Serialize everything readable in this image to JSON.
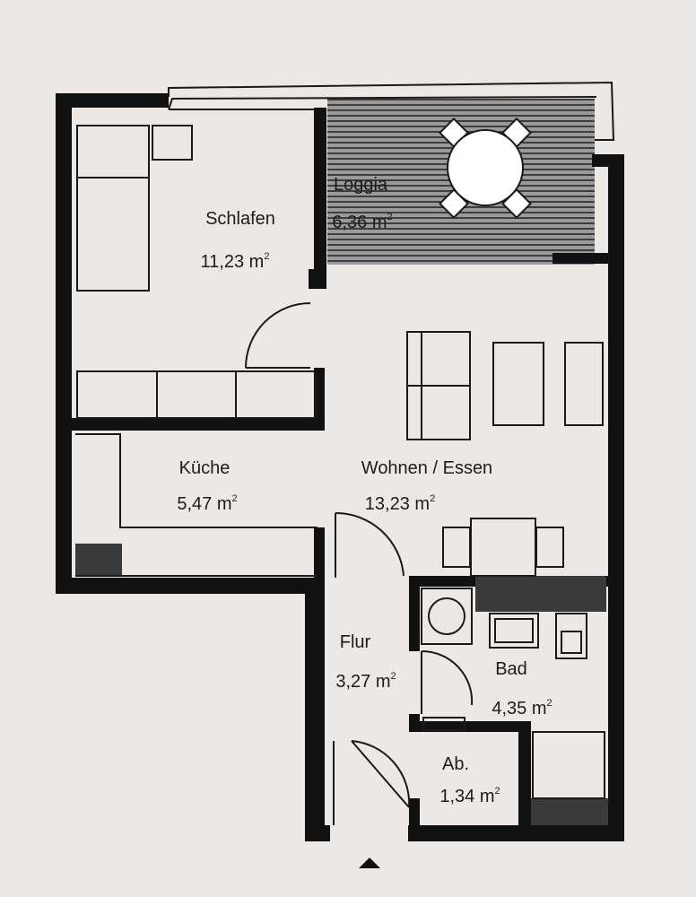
{
  "colors": {
    "background": "#ece8e6",
    "wall": "#111111",
    "line": "#1a1a1a",
    "hatch": "#555555",
    "counter": "#3a3a3a"
  },
  "rooms": {
    "schlafen": {
      "name": "Schlafen",
      "area": "11,23 m",
      "unit_sup": "2"
    },
    "loggia": {
      "name": "Loggia",
      "area": "6,36 m",
      "unit_sup": "2"
    },
    "kueche": {
      "name": "Küche",
      "area": "5,47 m",
      "unit_sup": "2"
    },
    "wohnen": {
      "name": "Wohnen / Essen",
      "area": "13,23 m",
      "unit_sup": "2"
    },
    "flur": {
      "name": "Flur",
      "area": "3,27 m",
      "unit_sup": "2"
    },
    "bad": {
      "name": "Bad",
      "area": "4,35 m",
      "unit_sup": "2"
    },
    "abstell": {
      "name": "Ab.",
      "area": "1,34 m",
      "unit_sup": "2"
    }
  },
  "icons": {
    "entrance": "entrance-arrow-icon",
    "dining_table": "round-table-icon",
    "washing_machine": "washing-machine-icon"
  }
}
